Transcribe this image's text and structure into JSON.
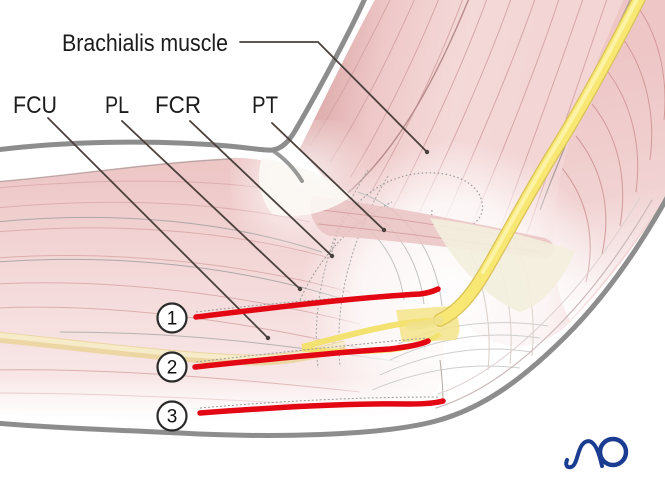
{
  "labels": {
    "brachialis": "Brachialis muscle",
    "fcu": "FCU",
    "pl": "PL",
    "fcr": "FCR",
    "pt": "PT"
  },
  "incisions": [
    {
      "number": "1"
    },
    {
      "number": "2"
    },
    {
      "number": "3"
    }
  ],
  "logo": {
    "text": "AO"
  },
  "colors": {
    "incision_red": "#e30613",
    "logo_blue": "#1b3d91",
    "outline_gray": "#8d8d8d",
    "muscle_pink": "#f2d6d6",
    "tendon_yellow": "#f8e772",
    "label_black": "#1c1c1c"
  }
}
